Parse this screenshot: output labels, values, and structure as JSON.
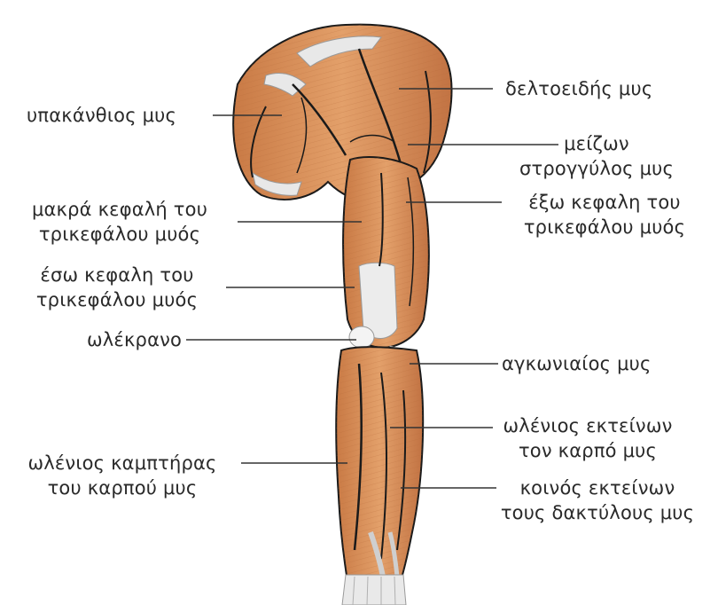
{
  "labels": {
    "infraspinatus": "υπακάνθιος μυς",
    "deltoid": "δελτοειδής μυς",
    "teres_major": [
      "μείζων",
      "στρογγύλος μυς"
    ],
    "long_head": [
      "μακρά κεφαλή του",
      "τρικεφάλου μυός"
    ],
    "lateral_head": [
      "έξω κεφαλη του",
      "τρικεφάλου μυός"
    ],
    "medial_head": [
      "έσω κεφαλη του",
      "τρικεφάλου μυός"
    ],
    "olecranon": "ωλέκρανο",
    "anconeus": "αγκωνιαίος μυς",
    "ecu": [
      "ωλένιος εκτείνων",
      "τον καρπό μυς"
    ],
    "fcu": [
      "ωλένιος καμπτήρας",
      "του καρπού μυς"
    ],
    "edc": [
      "κοινός εκτείνων",
      "τους δακτύλους μυς"
    ]
  },
  "colors": {
    "muscle": "#d9915a",
    "muscle_dark": "#b8693a",
    "muscle_light": "#eab07a",
    "tendon": "#e6e6e6",
    "outline": "#1a1a1a",
    "leader": "#333333"
  }
}
